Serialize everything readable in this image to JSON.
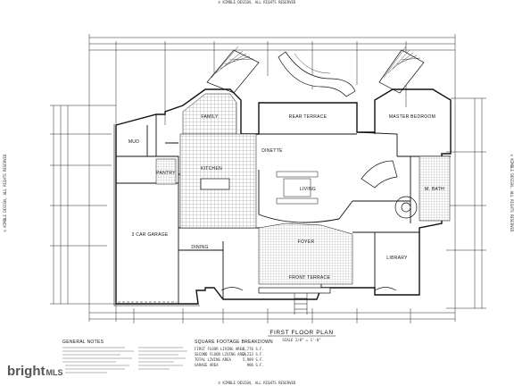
{
  "sheet": {
    "copyright_top": "© KIMBLE DESIGN, ALL RIGHTS RESERVED",
    "copyright_bottom": "© KIMBLE DESIGN, ALL RIGHTS RESERVED",
    "side_left": "© KIMBLE DESIGN, ALL RIGHTS RESERVED",
    "side_right": "© KIMBLE DESIGN, ALL RIGHTS RESERVED"
  },
  "plan": {
    "title": "FIRST FLOOR PLAN",
    "scale": "SCALE 1/8\" = 1'-0\"",
    "rooms": {
      "family": "FAMILY",
      "rear_terrace": "REAR TERRACE",
      "master_bedroom": "MASTER BEDROOM",
      "kitchen": "KITCHEN",
      "dinette": "DINETTE",
      "living": "LIVING",
      "m_bath": "M. BATH",
      "garage": "3 CAR GARAGE",
      "dining": "DINING",
      "foyer": "FOYER",
      "library": "LIBRARY",
      "front_terrace": "FRONT TERRACE",
      "mud": "MUD",
      "pantry": "PANTRY"
    }
  },
  "notes": {
    "general_title": "GENERAL NOTES",
    "sq_title": "SQUARE FOOTAGE BREAKDOWN",
    "rows": [
      {
        "label": "FIRST FLOOR LIVING AREA",
        "value": "3,776 S.F."
      },
      {
        "label": "SECOND FLOOR LIVING AREA",
        "value": "2,213 S.F."
      },
      {
        "label": "TOTAL LIVING AREA",
        "value": "5,989 S.F."
      },
      {
        "label": "GARAGE AREA",
        "value": "906 S.F."
      }
    ]
  },
  "watermark": {
    "brand": "bright",
    "suffix": "MLS"
  }
}
